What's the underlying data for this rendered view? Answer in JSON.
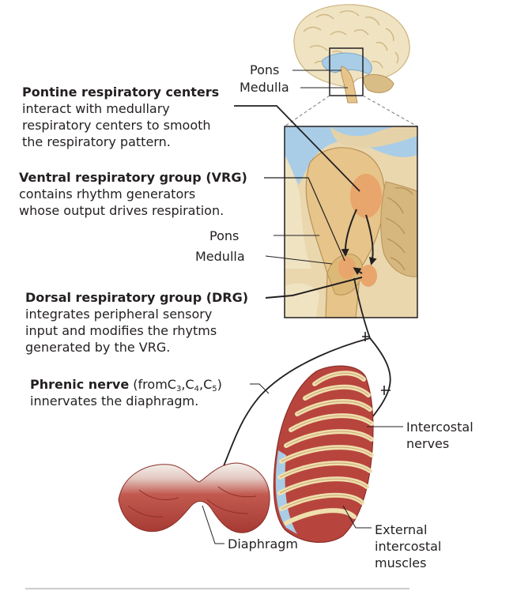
{
  "labels": {
    "pons_top": "Pons",
    "medulla_top": "Medulla",
    "pons_mid": "Pons",
    "medulla_mid": "Medulla",
    "intercostal_nerves": [
      "Intercostal",
      "nerves"
    ],
    "external_intercostal_muscles": [
      "External",
      "intercostal",
      "muscles"
    ],
    "diaphragm": "Diaphragm"
  },
  "pontine": {
    "title": "Pontine respiratory centers",
    "lines": [
      "interact with medullary",
      "respiratory centers to smooth",
      "the respiratory pattern."
    ]
  },
  "vrg": {
    "title": "Ventral respiratory group (VRG)",
    "lines": [
      "contains rhythm generators",
      "whose output drives respiration."
    ]
  },
  "drg": {
    "title": "Dorsal respiratory group (DRG)",
    "lines": [
      "integrates peripheral sensory",
      "input and modifies the rhytms",
      "generated by the VRG."
    ]
  },
  "phrenic": {
    "title": "Phrenic nerve",
    "paren_open": "(from",
    "c3": "C",
    "c3_sub": "3",
    "sep1": ",",
    "c4": "C",
    "c4_sub": "4",
    "sep2": ",",
    "c5": "C",
    "c5_sub": "5",
    "paren_close": ")",
    "line2": "innervates the diaphragm."
  },
  "colors": {
    "center_orange": "#e8a56c",
    "brain_tan": "#e6d2a8",
    "brain_dark": "#c9a672",
    "ventricle_blue": "#a9cde6",
    "muscle_red": "#b8453d",
    "rib_cream": "#f0dfae",
    "line": "#231f20"
  }
}
